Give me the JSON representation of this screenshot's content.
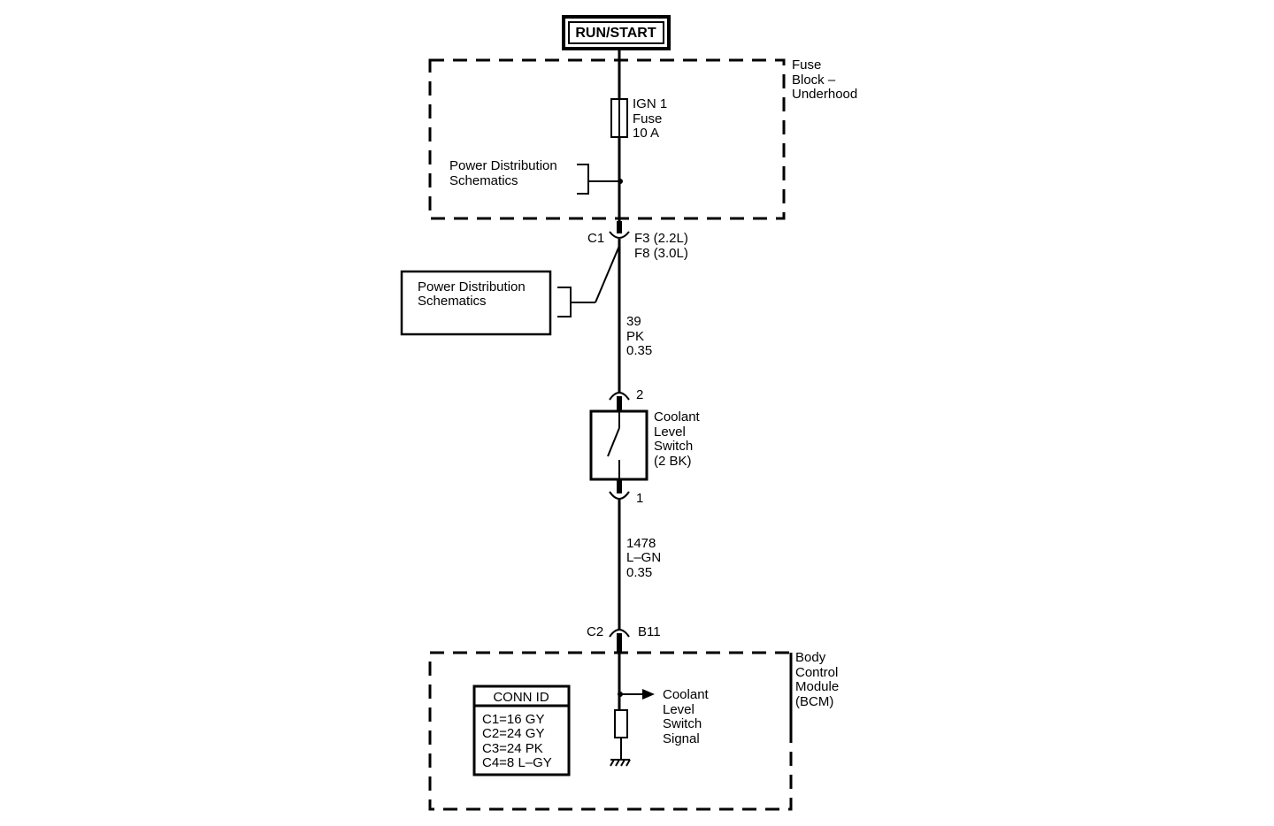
{
  "power_source": "RUN/START",
  "fuse_block": {
    "label_line1": "Fuse",
    "label_line2": "Block –",
    "label_line3": "Underhood"
  },
  "fuse": {
    "line1": "IGN 1",
    "line2": "Fuse",
    "line3": "10 A"
  },
  "power_dist_inner": {
    "line1": "Power Distribution",
    "line2": "Schematics"
  },
  "connector_c1": {
    "id": "C1",
    "pin_line1": "F3 (2.2L)",
    "pin_line2": "F8 (3.0L)"
  },
  "power_dist_outer": {
    "line1": "Power Distribution",
    "line2": "Schematics"
  },
  "wire_1": {
    "circuit": "39",
    "color": "PK",
    "gauge": "0.35"
  },
  "switch_pin_top": "2",
  "switch": {
    "line1": "Coolant",
    "line2": "Level",
    "line3": "Switch",
    "line4": "(2 BK)"
  },
  "switch_pin_bottom": "1",
  "wire_2": {
    "circuit": "1478",
    "color": "L–GN",
    "gauge": "0.35"
  },
  "connector_c2": {
    "id": "C2",
    "pin": "B11"
  },
  "bcm": {
    "line1": "Body",
    "line2": "Control",
    "line3": "Module",
    "line4": "(BCM)"
  },
  "conn_id": {
    "title": "CONN ID",
    "rows": [
      "C1=16 GY",
      "C2=24 GY",
      "C3=24 PK",
      "C4=8 L–GY"
    ]
  },
  "signal": {
    "line1": "Coolant",
    "line2": "Level",
    "line3": "Switch",
    "line4": "Signal"
  }
}
